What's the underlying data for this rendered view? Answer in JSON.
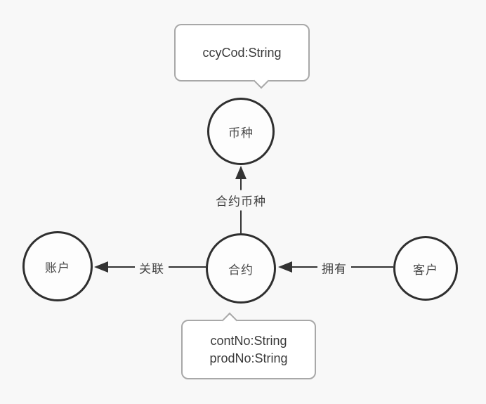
{
  "diagram": {
    "title": "entity-relationship-graph",
    "colors": {
      "background": "#f8f8f8",
      "node_border": "#2f2f2f",
      "node_fill": "#fdfdfd",
      "edge_line": "#333333",
      "callout_border": "#a8a8a8",
      "text": "#3a3a3a"
    },
    "nodes": [
      {
        "id": "currency",
        "label": "币种"
      },
      {
        "id": "contract",
        "label": "合约"
      },
      {
        "id": "account",
        "label": "账户"
      },
      {
        "id": "customer",
        "label": "客户"
      }
    ],
    "edges": [
      {
        "from": "contract",
        "to": "currency",
        "label": "合约币种",
        "direction": "up"
      },
      {
        "from": "contract",
        "to": "account",
        "label": "关联",
        "direction": "left"
      },
      {
        "from": "customer",
        "to": "contract",
        "label": "拥有",
        "direction": "left"
      }
    ],
    "tooltips": [
      {
        "target": "currency",
        "lines": [
          "ccyCod:String"
        ]
      },
      {
        "target": "contract",
        "lines": [
          "contNo:String",
          "prodNo:String"
        ]
      }
    ]
  }
}
